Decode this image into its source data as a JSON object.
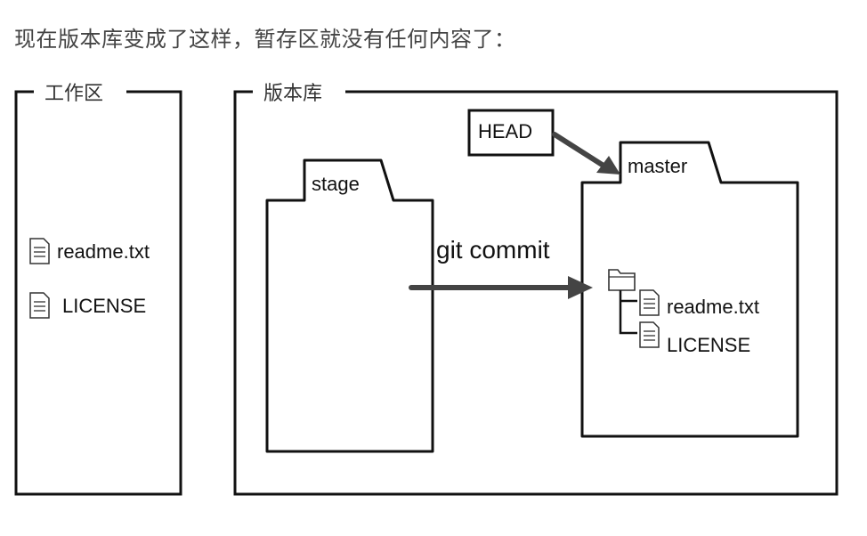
{
  "caption": "现在版本库变成了这样，暂存区就没有任何内容了：",
  "workspace": {
    "title": "工作区",
    "files": [
      "readme.txt",
      "LICENSE"
    ]
  },
  "repository": {
    "title": "版本库",
    "stage_label": "stage",
    "head_label": "HEAD",
    "branch_label": "master",
    "command_label": "git commit",
    "branch_files": [
      "readme.txt",
      "LICENSE"
    ]
  },
  "icons": {
    "file": "file-text-icon",
    "folder": "folder-icon"
  }
}
